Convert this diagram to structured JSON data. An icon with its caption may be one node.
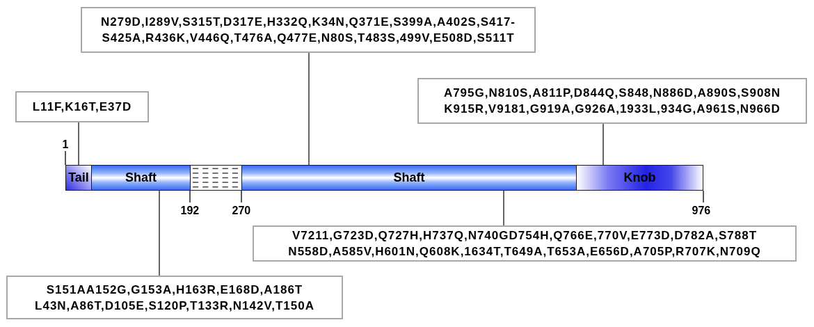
{
  "diagram": {
    "nodes": [
      {
        "text": [
          "N279D,I289V,S315T,D317E,H332Q,K34N,Q371E,S399A,A402S,S417- S425A,R436K,V446Q,T476A,Q477E,N80S,T483S,499V,E508D,S511T"
        ]
      },
      {
        "text": [
          "A795G,N810S,A811P,D844Q,S848,N886D,A890S,S908N K915R,V9181,G919A,G926A,1933L,934G,A961S,N966D"
        ]
      },
      {
        "text": [
          "L11F,K16T,E37D"
        ]
      },
      {
        "text": [
          "Tail"
        ],
        "beside": [
          "1"
        ]
      },
      {
        "text": [
          "Shaft"
        ]
      },
      {
        "text": [],
        "shape": "box",
        "beside": [
          "192",
          "270"
        ]
      },
      {
        "text": [
          "Shaft"
        ]
      },
      {
        "text": [
          "Knob"
        ],
        "beside": [
          "976"
        ]
      },
      {
        "text": [
          "V7211,G723D,Q727H,H737Q,N740GD754H,Q766E,770V,E773D,D782A,S788T N558D,A585V,H601N,Q608K,1634T,T649A,T653A,E656D,A705P,R707K,N709Q"
        ]
      },
      {
        "text": [
          "S151AA152G,G153A,H163R,E168D,A186T L43N,A86T,D105E,S120P,T133R,N142V,T150A"
        ]
      }
    ],
    "edges": [
      {
        "from": 0,
        "to": 6,
        "arrow": "none"
      },
      {
        "from": 1,
        "to": 7,
        "arrow": "none"
      },
      {
        "from": 2,
        "to": 3,
        "arrow": "none"
      },
      {
        "from": 8,
        "to": 6,
        "arrow": "none"
      },
      {
        "from": 9,
        "to": 4,
        "arrow": "none"
      }
    ]
  }
}
